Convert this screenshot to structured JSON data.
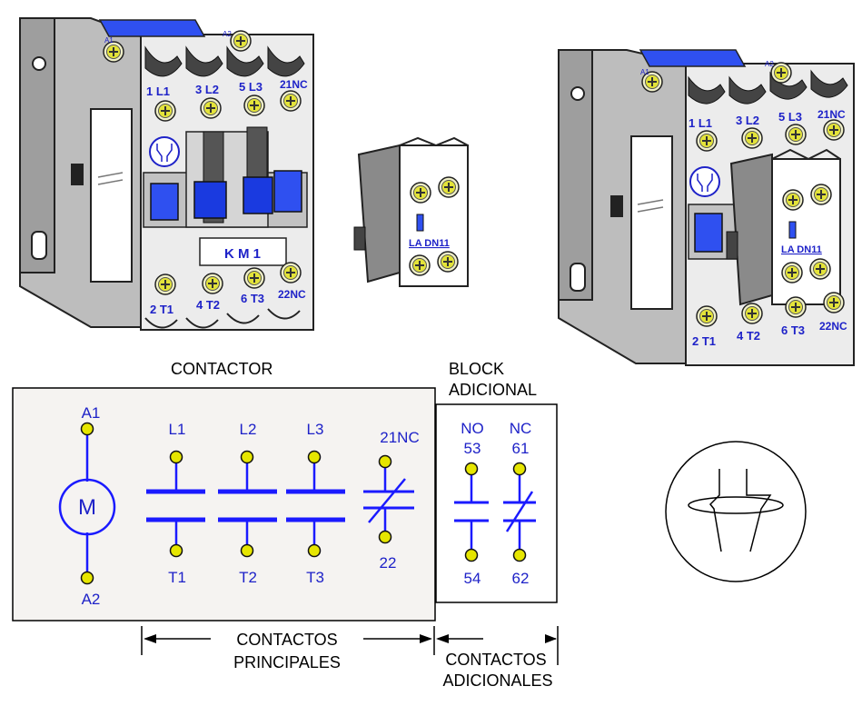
{
  "colors": {
    "wire": "#1a1aff",
    "label_blue": "#1e22c8",
    "terminal": "#e6e600",
    "panel": "#f5f3f1",
    "body_light": "#ebebeb",
    "body_mid": "#b5b5b5",
    "body_dark": "#7a7a7a",
    "window_blue": "#2f50f0",
    "text": "#000000"
  },
  "labels": {
    "contactor_title": "CONTACTOR",
    "block_title_line1": "BLOCK",
    "block_title_line2": "ADICIONAL",
    "coil_top": "A1",
    "coil_bottom": "A2",
    "coil_symbol": "M",
    "l1": "L1",
    "l2": "L2",
    "l3": "L3",
    "t1": "T1",
    "t2": "T2",
    "t3": "T3",
    "nc_top": "21NC",
    "nc_bottom": "22",
    "aux_no_label": "NO",
    "aux_no_top": "53",
    "aux_no_bottom": "54",
    "aux_nc_label": "NC",
    "aux_nc_top": "61",
    "aux_nc_bottom": "62",
    "main_contacts_line1": "CONTACTOS",
    "main_contacts_line2": "PRINCIPALES",
    "aux_contacts_line1": "CONTACTOS",
    "aux_contacts_line2": "ADICIONALES"
  },
  "device_left": {
    "term_top_1": "1 L1",
    "term_top_2": "3 L2",
    "term_top_3": "5 L3",
    "term_top_4": "21NC",
    "term_bot_1": "2 T1",
    "term_bot_2": "4 T2",
    "term_bot_3": "6 T3",
    "term_bot_4": "22NC",
    "coil_a1": "A1",
    "coil_a2": "A2",
    "nameplate": "K M 1"
  },
  "aux_block": {
    "model": "LA  DN11"
  },
  "device_right": {
    "term_top_1": "1 L1",
    "term_top_2": "3 L2",
    "term_top_3": "5 L3",
    "term_top_4": "21NC",
    "term_bot_1": "2 T1",
    "term_bot_2": "4 T2",
    "term_bot_3": "6 T3",
    "term_bot_4": "22NC",
    "coil_a1": "A1",
    "coil_a2": "A2",
    "aux_model": "LA  DN11"
  }
}
